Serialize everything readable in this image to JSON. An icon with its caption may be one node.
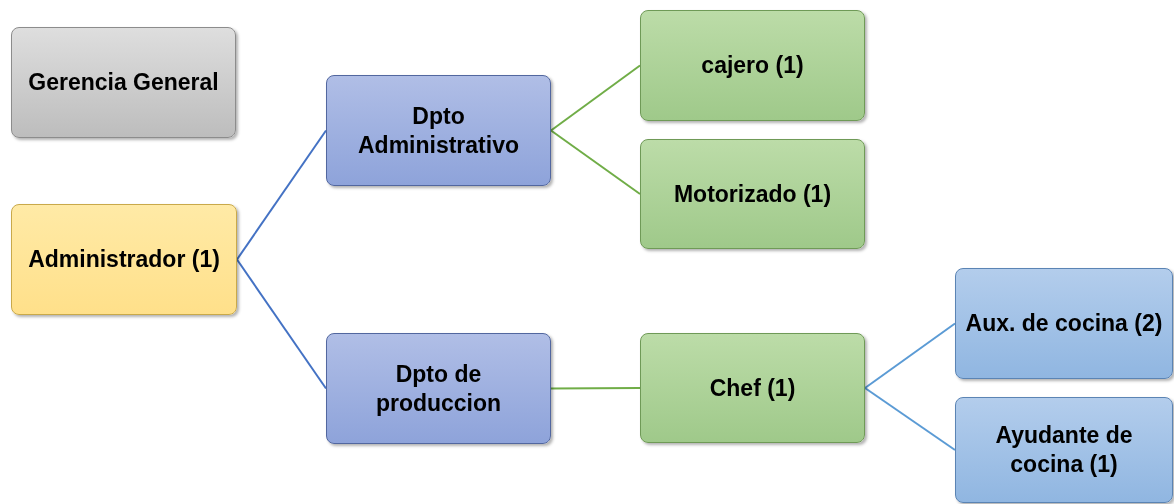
{
  "diagram": {
    "nodes": [
      {
        "text": [
          "Gerencia General"
        ]
      },
      {
        "text": [
          "Administrador (1)"
        ]
      },
      {
        "text": [
          "Dpto Administrativo"
        ]
      },
      {
        "text": [
          "Dpto de produccion"
        ]
      },
      {
        "text": [
          "cajero (1)"
        ]
      },
      {
        "text": [
          "Motorizado (1)"
        ]
      },
      {
        "text": [
          "Chef (1)"
        ]
      },
      {
        "text": [
          "Aux. de cocina (2)"
        ]
      },
      {
        "text": [
          "Ayudante de cocina (1)"
        ]
      }
    ],
    "edges": [
      {
        "from": 1,
        "to": 2,
        "arrow": "none",
        "color": "#4472c4"
      },
      {
        "from": 1,
        "to": 3,
        "arrow": "none",
        "color": "#4472c4"
      },
      {
        "from": 2,
        "to": 4,
        "arrow": "none",
        "color": "#70ad47"
      },
      {
        "from": 2,
        "to": 5,
        "arrow": "none",
        "color": "#70ad47"
      },
      {
        "from": 3,
        "to": 6,
        "arrow": "none",
        "color": "#70ad47"
      },
      {
        "from": 6,
        "to": 7,
        "arrow": "none",
        "color": "#5b9bd5"
      },
      {
        "from": 6,
        "to": 8,
        "arrow": "none",
        "color": "#5b9bd5"
      }
    ]
  }
}
